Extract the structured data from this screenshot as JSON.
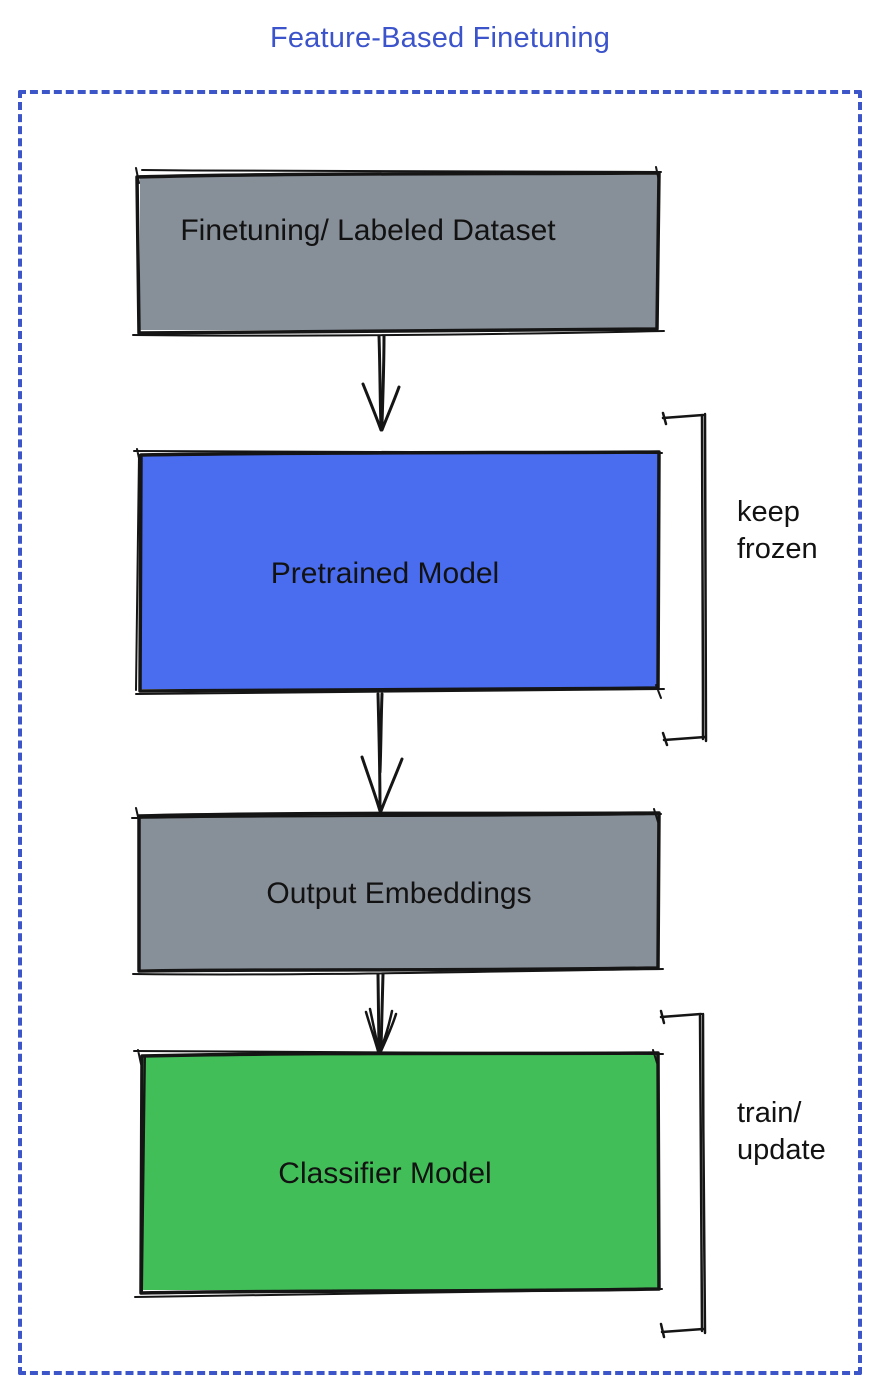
{
  "title": "Feature-Based Finetuning",
  "colors": {
    "title_blue": "#3b53cb",
    "frame_dashed_blue": "#3c55c8",
    "box_gray": "#878f98",
    "box_blue": "#4a6cee",
    "box_green": "#42be58",
    "stroke_black": "#151515"
  },
  "diagram": {
    "nodes": [
      {
        "id": "dataset",
        "label": "Finetuning/ Labeled Dataset",
        "fill": "gray"
      },
      {
        "id": "pretrained",
        "label": "Pretrained Model",
        "fill": "blue"
      },
      {
        "id": "embeddings",
        "label": "Output Embeddings",
        "fill": "gray"
      },
      {
        "id": "classifier",
        "label": "Classifier Model",
        "fill": "green"
      }
    ],
    "edges": [
      {
        "from": "dataset",
        "to": "pretrained"
      },
      {
        "from": "pretrained",
        "to": "embeddings"
      },
      {
        "from": "embeddings",
        "to": "classifier"
      }
    ],
    "annotations": [
      {
        "id": "keep-frozen",
        "target": "pretrained",
        "lines": [
          "keep",
          "frozen"
        ]
      },
      {
        "id": "train-update",
        "target": "classifier",
        "lines": [
          "train/",
          "update"
        ]
      }
    ]
  }
}
